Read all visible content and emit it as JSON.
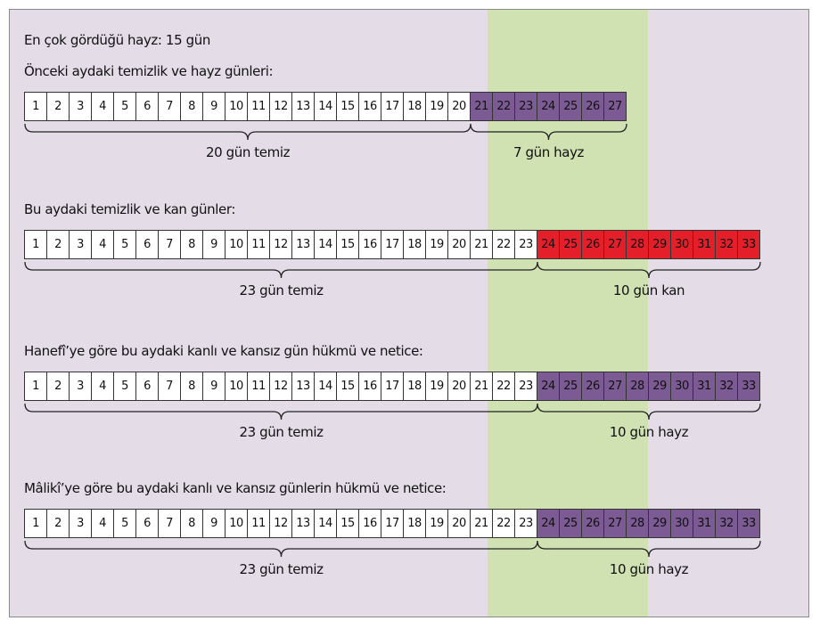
{
  "colors": {
    "background": "#e4dde8",
    "highlight_band": "#d0e1b2",
    "hayz": "#7c5a93",
    "kan": "#e51f2a",
    "temiz": "#ffffff"
  },
  "header": {
    "title": "En çok gördüğü hayz: 15 gün"
  },
  "rows": [
    {
      "label": "Önceki aydaki temizlik ve hayz günleri:",
      "days": [
        "1",
        "2",
        "3",
        "4",
        "5",
        "6",
        "7",
        "8",
        "9",
        "10",
        "11",
        "12",
        "13",
        "14",
        "15",
        "16",
        "17",
        "18",
        "19",
        "20",
        "21",
        "22",
        "23",
        "24",
        "25",
        "26",
        "27"
      ],
      "states": [
        "temiz",
        "temiz",
        "temiz",
        "temiz",
        "temiz",
        "temiz",
        "temiz",
        "temiz",
        "temiz",
        "temiz",
        "temiz",
        "temiz",
        "temiz",
        "temiz",
        "temiz",
        "temiz",
        "temiz",
        "temiz",
        "temiz",
        "temiz",
        "hayz",
        "hayz",
        "hayz",
        "hayz",
        "hayz",
        "hayz",
        "hayz"
      ],
      "groups": [
        {
          "text": "20 gün temiz",
          "from": 1,
          "to": 20
        },
        {
          "text": "7 gün hayz",
          "from": 21,
          "to": 27
        }
      ]
    },
    {
      "label": "Bu aydaki temizlik ve kan günler:",
      "days": [
        "1",
        "2",
        "3",
        "4",
        "5",
        "6",
        "7",
        "8",
        "9",
        "10",
        "11",
        "12",
        "13",
        "14",
        "15",
        "16",
        "17",
        "18",
        "19",
        "20",
        "21",
        "22",
        "23",
        "24",
        "25",
        "26",
        "27",
        "28",
        "29",
        "30",
        "31",
        "32",
        "33"
      ],
      "states": [
        "temiz",
        "temiz",
        "temiz",
        "temiz",
        "temiz",
        "temiz",
        "temiz",
        "temiz",
        "temiz",
        "temiz",
        "temiz",
        "temiz",
        "temiz",
        "temiz",
        "temiz",
        "temiz",
        "temiz",
        "temiz",
        "temiz",
        "temiz",
        "temiz",
        "temiz",
        "temiz",
        "kan",
        "kan",
        "kan",
        "kan",
        "kan",
        "kan",
        "kan",
        "kan",
        "kan",
        "kan"
      ],
      "groups": [
        {
          "text": "23 gün temiz",
          "from": 1,
          "to": 23
        },
        {
          "text": "10 gün kan",
          "from": 24,
          "to": 33
        }
      ]
    },
    {
      "label": "Hanefî’ye göre bu aydaki kanlı ve kansız gün hükmü ve netice:",
      "days": [
        "1",
        "2",
        "3",
        "4",
        "5",
        "6",
        "7",
        "8",
        "9",
        "10",
        "11",
        "12",
        "13",
        "14",
        "15",
        "16",
        "17",
        "18",
        "19",
        "20",
        "21",
        "22",
        "23",
        "24",
        "25",
        "26",
        "27",
        "28",
        "29",
        "30",
        "31",
        "32",
        "33"
      ],
      "states": [
        "temiz",
        "temiz",
        "temiz",
        "temiz",
        "temiz",
        "temiz",
        "temiz",
        "temiz",
        "temiz",
        "temiz",
        "temiz",
        "temiz",
        "temiz",
        "temiz",
        "temiz",
        "temiz",
        "temiz",
        "temiz",
        "temiz",
        "temiz",
        "temiz",
        "temiz",
        "temiz",
        "hayz",
        "hayz",
        "hayz",
        "hayz",
        "hayz",
        "hayz",
        "hayz",
        "hayz",
        "hayz",
        "hayz"
      ],
      "groups": [
        {
          "text": "23 gün temiz",
          "from": 1,
          "to": 23
        },
        {
          "text": "10 gün hayz",
          "from": 24,
          "to": 33
        }
      ]
    },
    {
      "label": "Mâlikî’ye göre bu aydaki kanlı ve kansız günlerin hükmü ve netice:",
      "days": [
        "1",
        "2",
        "3",
        "4",
        "5",
        "6",
        "7",
        "8",
        "9",
        "10",
        "11",
        "12",
        "13",
        "14",
        "15",
        "16",
        "17",
        "18",
        "19",
        "20",
        "21",
        "22",
        "23",
        "24",
        "25",
        "26",
        "27",
        "28",
        "29",
        "30",
        "31",
        "32",
        "33"
      ],
      "states": [
        "temiz",
        "temiz",
        "temiz",
        "temiz",
        "temiz",
        "temiz",
        "temiz",
        "temiz",
        "temiz",
        "temiz",
        "temiz",
        "temiz",
        "temiz",
        "temiz",
        "temiz",
        "temiz",
        "temiz",
        "temiz",
        "temiz",
        "temiz",
        "temiz",
        "temiz",
        "temiz",
        "hayz",
        "hayz",
        "hayz",
        "hayz",
        "hayz",
        "hayz",
        "hayz",
        "hayz",
        "hayz",
        "hayz"
      ],
      "groups": [
        {
          "text": "23 gün temiz",
          "from": 1,
          "to": 23
        },
        {
          "text": "10 gün hayz",
          "from": 24,
          "to": 33
        }
      ]
    }
  ]
}
